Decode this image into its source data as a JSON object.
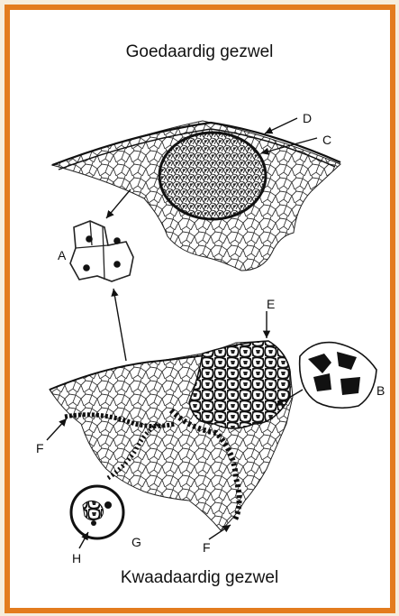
{
  "captions": {
    "top": "Goedaardig gezwel",
    "bottom": "Kwaadaardig gezwel"
  },
  "labels": {
    "A": "A",
    "B": "B",
    "C": "C",
    "D": "D",
    "E": "E",
    "F1": "F",
    "F2": "F",
    "G": "G",
    "H": "H"
  },
  "colors": {
    "frame": "#e37c1e",
    "background": "#f6eddc",
    "ink": "#111111"
  }
}
